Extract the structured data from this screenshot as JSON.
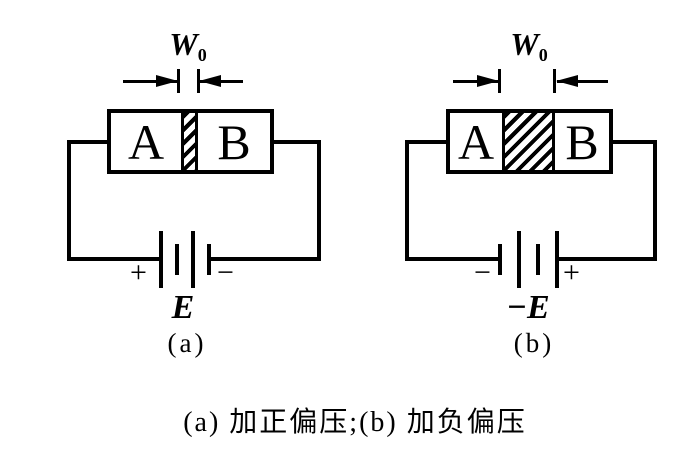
{
  "figure": {
    "caption": "(a) 加正偏压;(b) 加负偏压"
  },
  "circuit_a": {
    "name": "forward-bias-circuit",
    "width_symbol": "W",
    "width_subscript": "0",
    "region_left": "A",
    "region_right": "B",
    "terminal_left": "+",
    "terminal_right": "−",
    "battery_label": "E",
    "sub_label": "(a)"
  },
  "circuit_b": {
    "name": "reverse-bias-circuit",
    "width_symbol": "W",
    "width_subscript": "0",
    "region_left": "A",
    "region_right": "B",
    "terminal_left": "−",
    "terminal_right": "+",
    "battery_label": "−E",
    "sub_label": "(b)"
  },
  "colors": {
    "ink": "#000000",
    "background": "#ffffff"
  }
}
